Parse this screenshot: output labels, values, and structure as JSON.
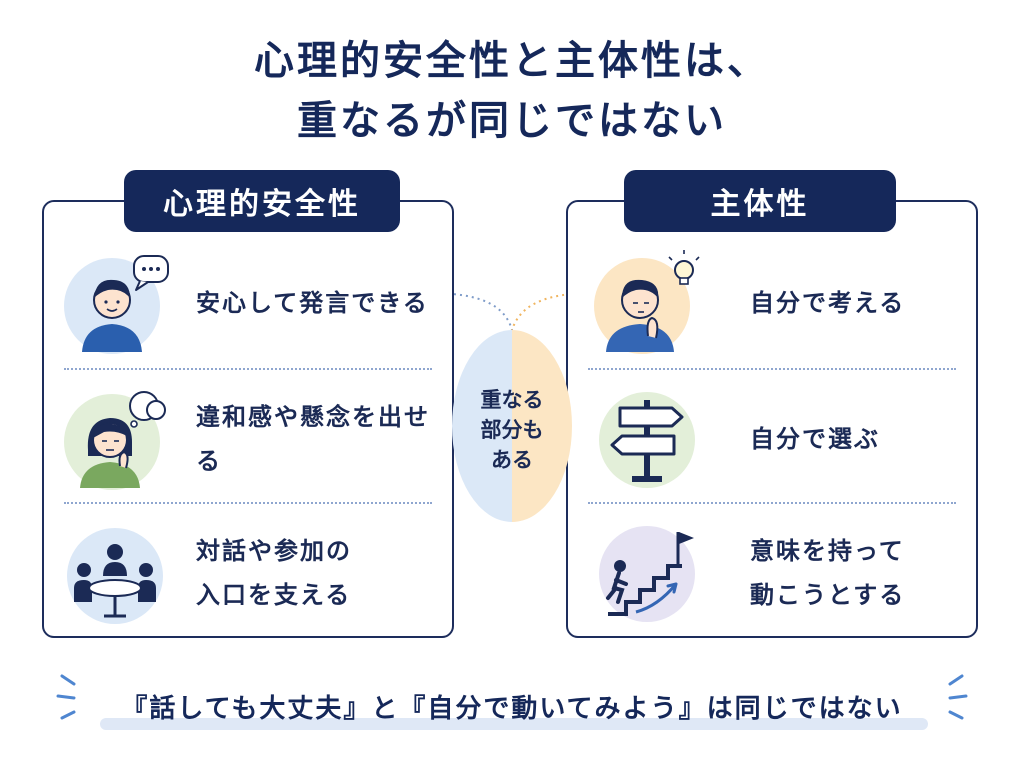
{
  "title": {
    "line1": "心理的安全性と主体性は、",
    "line2": "重なるが同じではない"
  },
  "left_panel": {
    "heading": "心理的安全性",
    "items": [
      {
        "label": "安心して発言できる",
        "icon": "speech-bubble-person-icon"
      },
      {
        "label": "違和感や懸念を出せる",
        "icon": "thinking-person-icon"
      },
      {
        "label_line1": "対話や参加の",
        "label_line2": "入口を支える",
        "icon": "meeting-table-icon"
      }
    ]
  },
  "right_panel": {
    "heading": "主体性",
    "items": [
      {
        "label": "自分で考える",
        "icon": "lightbulb-person-icon"
      },
      {
        "label": "自分で選ぶ",
        "icon": "signpost-icon"
      },
      {
        "label_line1": "意味を持って",
        "label_line2": "動こうとする",
        "icon": "climbing-stairs-icon"
      }
    ]
  },
  "overlap": {
    "line1": "重なる",
    "line2": "部分も",
    "line3": "ある"
  },
  "footer": {
    "text": "『話しても大丈夫』と『自分で動いてみよう』は同じではない"
  },
  "colors": {
    "navy": "#15285a",
    "blue_tint": "#dbe8f7",
    "green_tint": "#e3efd9",
    "orange_tint": "#fce6c4"
  }
}
